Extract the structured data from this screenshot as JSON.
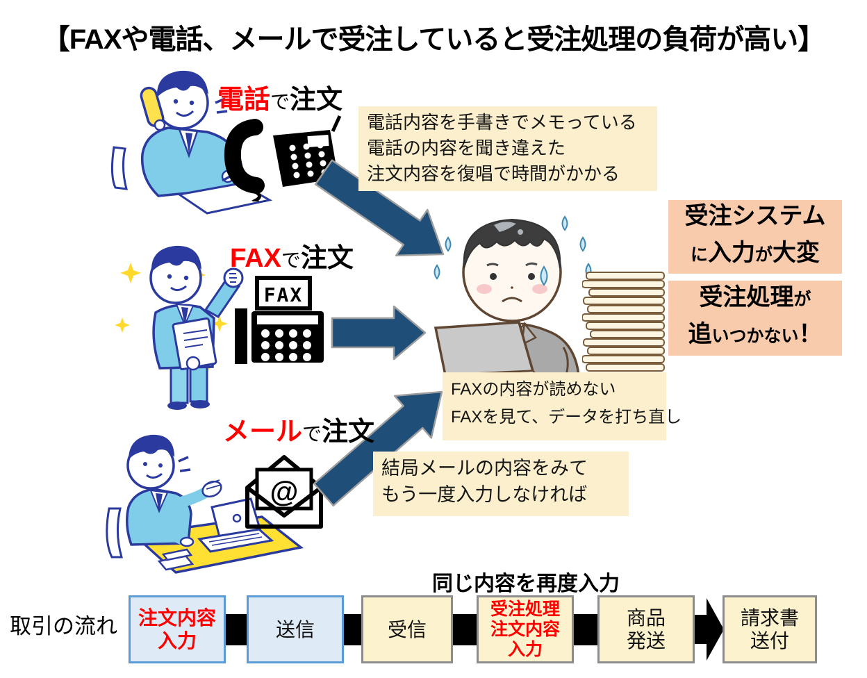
{
  "title": "【FAXや電話、メールで受注していると受注処理の負荷が高い】",
  "channels": {
    "phone": {
      "highlight": "電話",
      "particle": "で",
      "rest": "注文",
      "notes": {
        "lines": [
          "電話内容を手書きでメモっている",
          "電話の内容を聞き違えた",
          "注文内容を復唱で時間がかかる"
        ]
      }
    },
    "fax": {
      "highlight": "FAX",
      "particle": "で",
      "rest": "注文",
      "notes": {
        "lines": [
          "FAXの内容が読めない",
          "FAXを見て、データを打ち直し"
        ]
      }
    },
    "mail": {
      "highlight": "メール",
      "particle": "で",
      "rest": "注文",
      "notes": {
        "lines": [
          "結局メールの内容をみて",
          "もう一度入力しなければ"
        ]
      }
    }
  },
  "impact": {
    "box1": {
      "line1": "受注システム",
      "l2a": "に",
      "l2b": "入力",
      "l2c": "が",
      "l2d": "大変"
    },
    "box2": {
      "l1a": "受注処理",
      "l1b": "が",
      "l2a": "追",
      "l2b": "いつかない",
      "l2c": "！"
    }
  },
  "icons": {
    "fax_label": "FAX",
    "at_symbol": "@"
  },
  "flow": {
    "label": "取引の流れ",
    "annotation": "同じ内容を再度入力",
    "steps": {
      "s1": {
        "l1": "注文内容",
        "l2": "入力"
      },
      "s2": {
        "l1": "送信"
      },
      "s3": {
        "l1": "受信"
      },
      "s4": {
        "l1": "受注処理",
        "l2": "注文内容",
        "l3": "入力"
      },
      "s5": {
        "l1": "商品",
        "l2": "発送"
      },
      "s6": {
        "l1": "請求書",
        "l2": "送付"
      }
    }
  },
  "colors": {
    "note_bg": "#FBEFCD",
    "impact_bg": "#F8CBAD",
    "arrow_blue": "#1F4E79",
    "flow_blue_bg": "#DEEBF7",
    "flow_blue_border": "#5B9BD5",
    "flow_cream_bg": "#FDF2CE",
    "flow_cream_border": "#8C8C8C",
    "accent_red": "#FF0000",
    "suit_blue": "#7FCDE8",
    "outline_navy": "#2B3A9E",
    "desk_yellow": "#FFE033"
  }
}
